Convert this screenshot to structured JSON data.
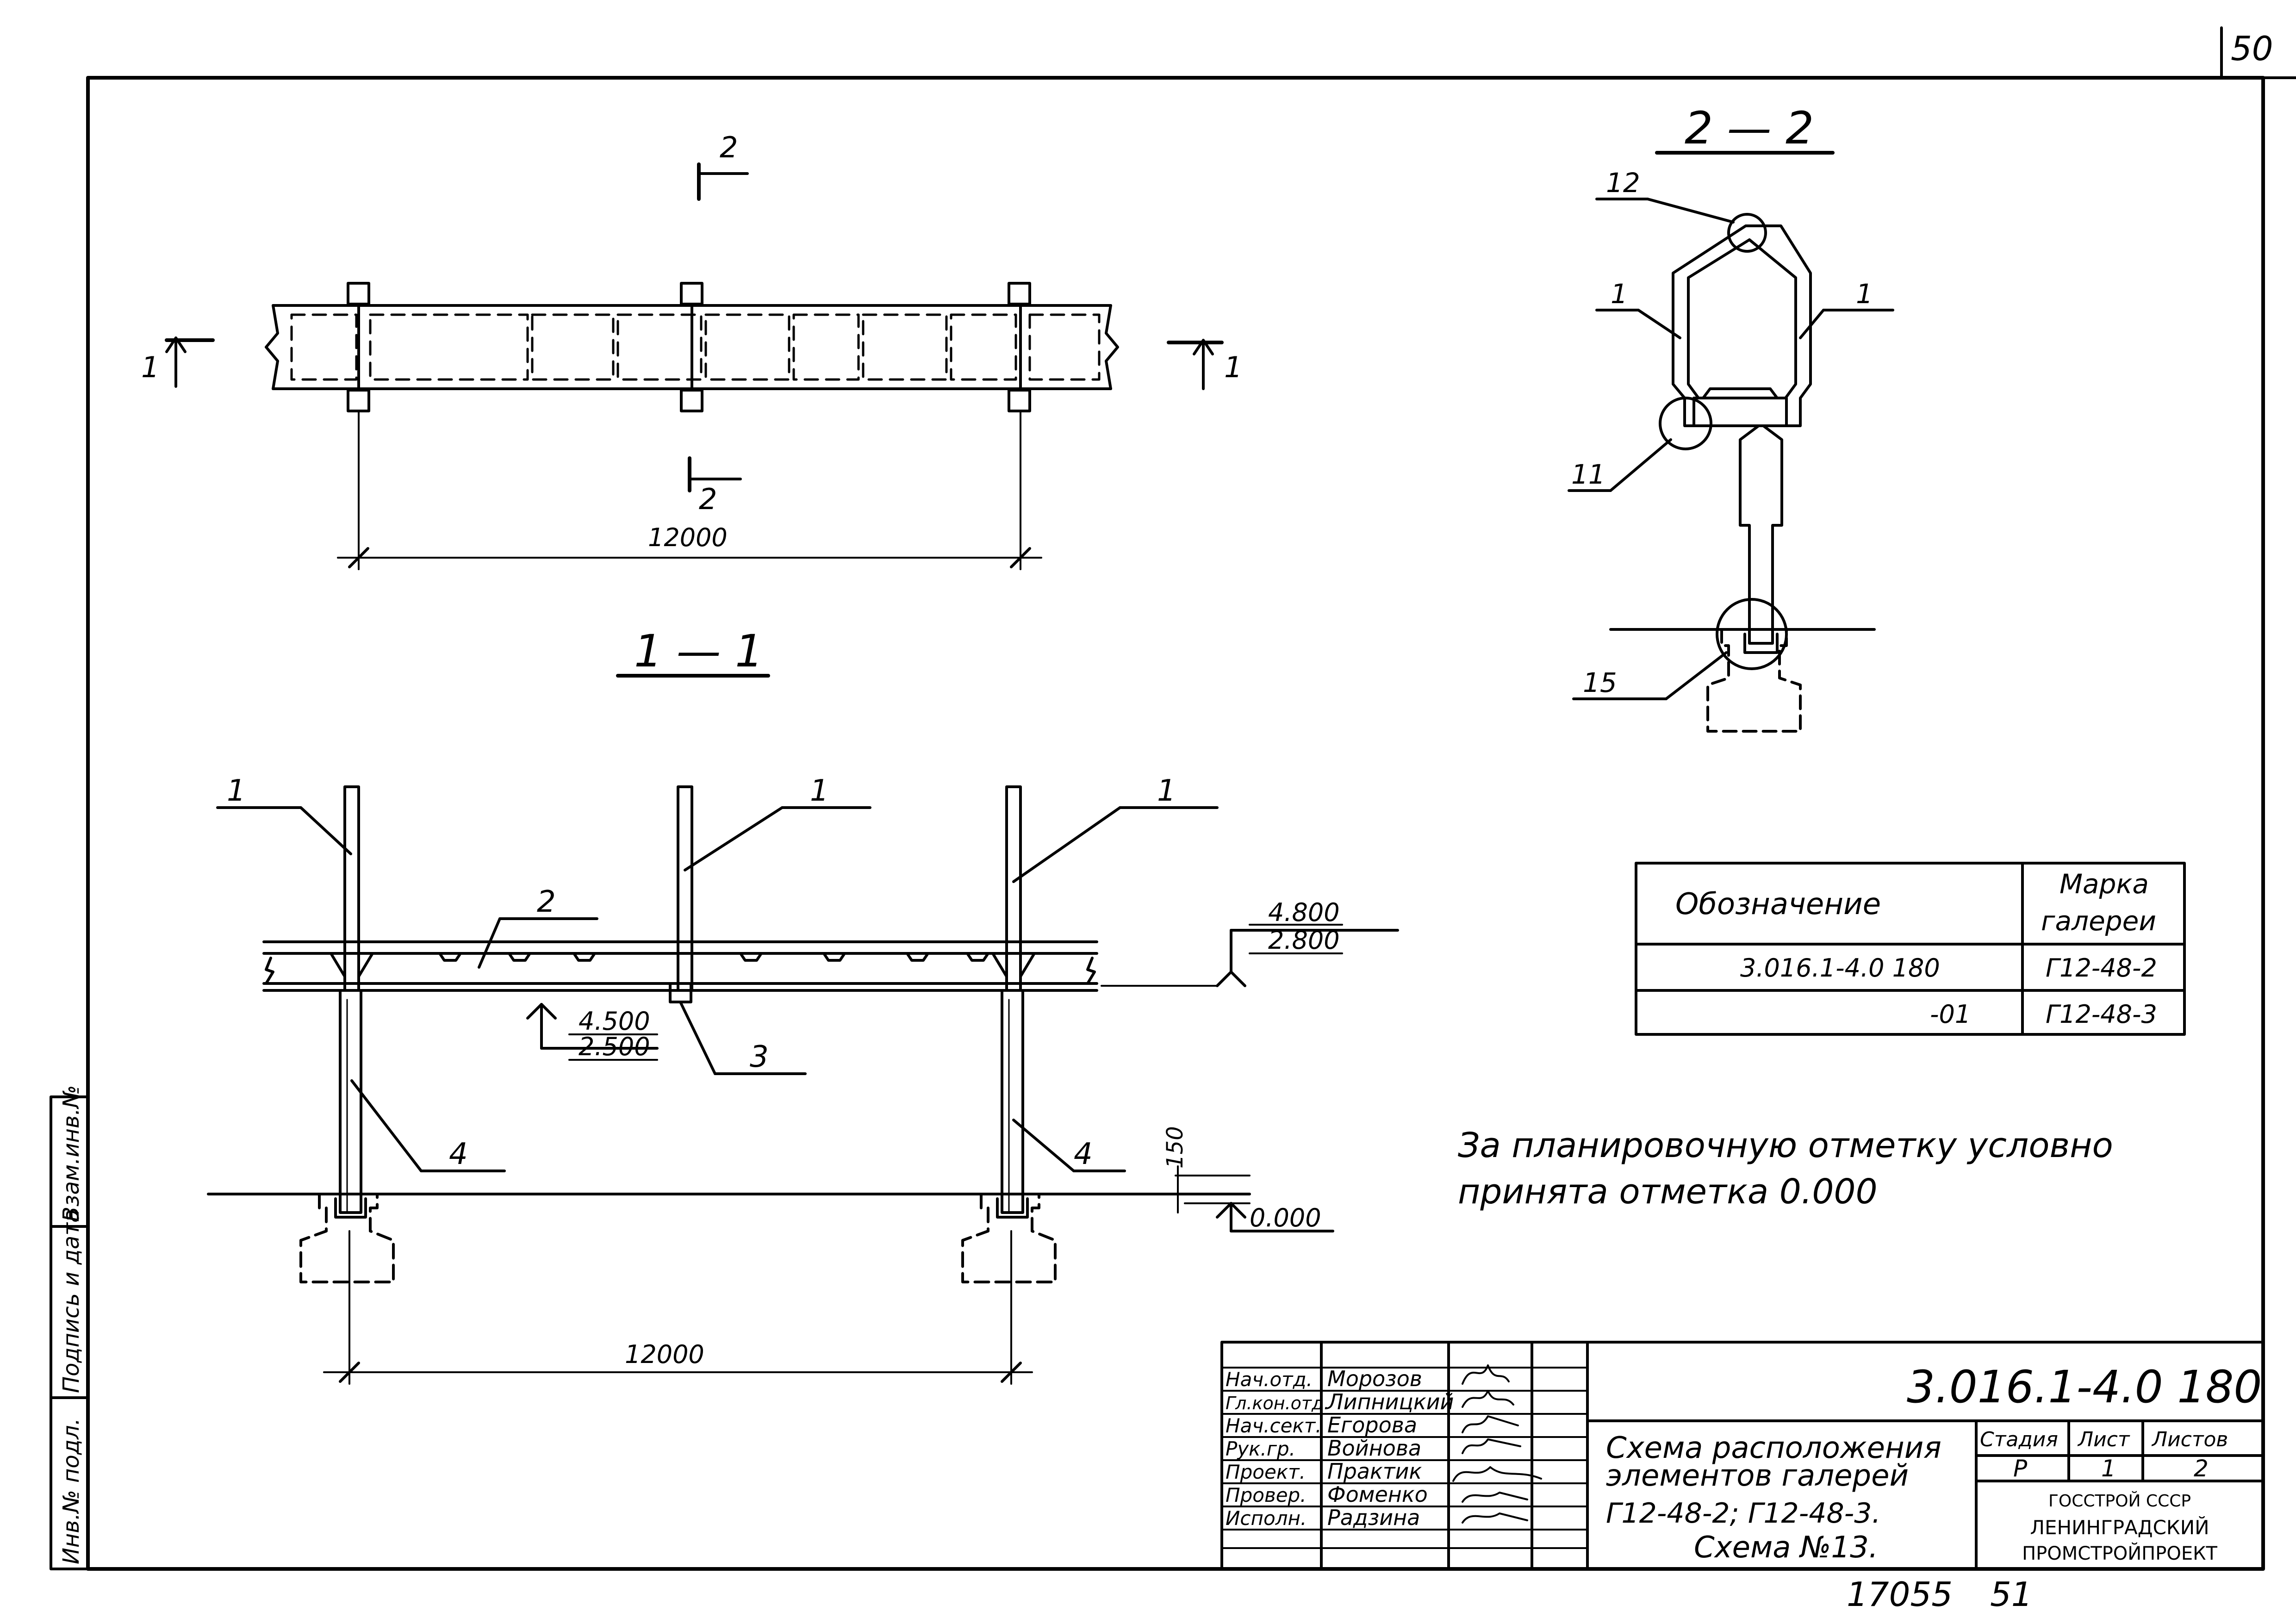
{
  "sheet": {
    "corner_number": "50",
    "bottom_left_number": "17055",
    "bottom_right_number": "51"
  },
  "plan": {
    "section_2_top": "2",
    "section_2_bottom": "2",
    "section_1_left": "1",
    "section_1_right": "1",
    "span_dimension": "12000"
  },
  "section_1_1": {
    "title": "1 — 1",
    "callouts": [
      "1",
      "1",
      "1",
      "2",
      "3",
      "4",
      "4"
    ],
    "level_top": "4.800",
    "level_top_2": "2.800",
    "level_bottom": "4.500",
    "level_bottom_2": "2.500",
    "level_ground": "0.000",
    "dim_150": "150",
    "span_dimension": "12000"
  },
  "section_2_2": {
    "title": "2 — 2",
    "callouts": [
      "12",
      "1",
      "1",
      "11",
      "15"
    ]
  },
  "gallery_table": {
    "header_designation": "Обозначение",
    "header_mark": "Марка галереи",
    "header_mark_line1": "Марка",
    "header_mark_line2": "галереи",
    "rows": [
      {
        "designation": "3.016.1-4.0 180",
        "mark": "Г12-48-2"
      },
      {
        "designation": "-01",
        "mark": "Г12-48-3"
      }
    ]
  },
  "note": {
    "line1": "За планировочную отметку условно",
    "line2": "принята отметка 0.000"
  },
  "stamp": {
    "doc_code": "3.016.1-4.0 180",
    "roles": [
      {
        "role": "Нач.отд.",
        "name": "Морозов"
      },
      {
        "role": "Гл.кон.отд.",
        "name": "Липницкий"
      },
      {
        "role": "Нач.сект.",
        "name": "Егорова"
      },
      {
        "role": "Рук.гр.",
        "name": "Войнова"
      },
      {
        "role": "Проект.",
        "name": "Практик"
      },
      {
        "role": "Провер.",
        "name": "Фоменко"
      },
      {
        "role": "Исполн.",
        "name": "Радзина"
      }
    ],
    "title_line1": "Схема расположения",
    "title_line2": "элементов галерей",
    "title_line3": "Г12-48-2; Г12-48-3.",
    "title_line4": "Схема №13.",
    "stage_label": "Стадия",
    "sheet_label": "Лист",
    "sheets_label": "Листов",
    "stage_value": "Р",
    "sheet_value": "1",
    "sheets_value": "2",
    "org_line1": "ГОССТРОЙ СССР",
    "org_line2": "ЛЕНИНГРАДСКИЙ",
    "org_line3": "ПРОМСТРОЙПРОЕКТ"
  },
  "side_stamp": {
    "inv_podl": "Инв.№ подл.",
    "signature_date": "Подпись и дата",
    "vzam_inv": "Взам.инв.№"
  }
}
